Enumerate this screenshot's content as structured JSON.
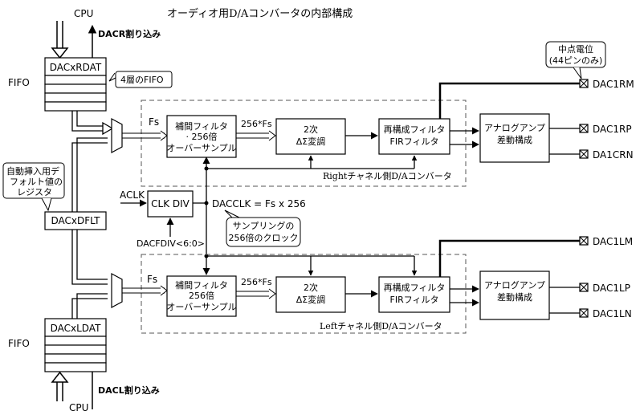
{
  "title": "オーディオ用D/Aコンバータの内部構成",
  "cpu_top": "CPU",
  "cpu_bottom": "CPU",
  "dacr_interrupt": "DACR割り込み",
  "dacl_interrupt": "DACL割り込み",
  "dacxrdat": "DACxRDAT",
  "dacxldat": "DACxLDAT",
  "fifo_top": "FIFO",
  "fifo_bottom": "FIFO",
  "fifo_note": "4層のFIFO",
  "default_note": [
    "自動挿入用デ",
    "フォルト値の",
    "レジスタ"
  ],
  "dacxdflt": "DACxDFLT",
  "aclk": "ACLK",
  "clk_div": "CLK DIV",
  "dacclk": "DACCLK = Fs x 256",
  "dacfdiv": "DACFDIV<6:0>",
  "sampling_note": [
    "サンプリングの",
    "256倍のクロック"
  ],
  "midpoint_note": [
    "中点電位",
    "(44ピンのみ)"
  ],
  "right_channel": {
    "fs": "Fs",
    "fs256": "256*Fs",
    "interp": [
      "補間フィルタ",
      "· 256倍",
      "オーバーサンプル"
    ],
    "modulator": [
      "2次",
      "ΔΣ変調"
    ],
    "fir": [
      "再構成フィルタ",
      "FIRフィルタ"
    ],
    "analog": [
      "アナログアンプ",
      "差動構成"
    ],
    "label": "Rightチャネル側D/Aコンバータ",
    "pins": [
      "DAC1RM",
      "DAC1RP",
      "DA1CRN"
    ]
  },
  "left_channel": {
    "fs": "Fs",
    "fs256": "256*Fs",
    "interp": [
      "補間フィルタ",
      "256倍",
      "オーバーサンプル"
    ],
    "modulator": [
      "2次",
      "ΔΣ変調"
    ],
    "fir": [
      "再構成フィルタ",
      "FIRフィルタ"
    ],
    "analog": [
      "アナログアンプ",
      "差動構成"
    ],
    "label": "Leftチャネル側D/Aコンバータ",
    "pins": [
      "DAC1LM",
      "DAC1LP",
      "DAC1LN"
    ]
  }
}
